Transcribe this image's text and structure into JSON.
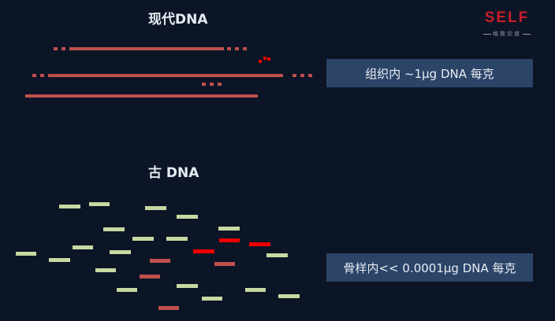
{
  "logo": {
    "main": "SELF",
    "sub": "格致论道"
  },
  "modern": {
    "title": "现代DNA",
    "label": "组织内 ~1μg DNA 每克"
  },
  "ancient": {
    "title": "古 DNA",
    "label": "骨样内<< 0.0001μg DNA 每克"
  },
  "colors": {
    "background": "#0b1526",
    "strand": "#c0504d",
    "highlight": "#ee0000",
    "fragment": "#c6d9a2",
    "label_box": "#2b4468"
  }
}
